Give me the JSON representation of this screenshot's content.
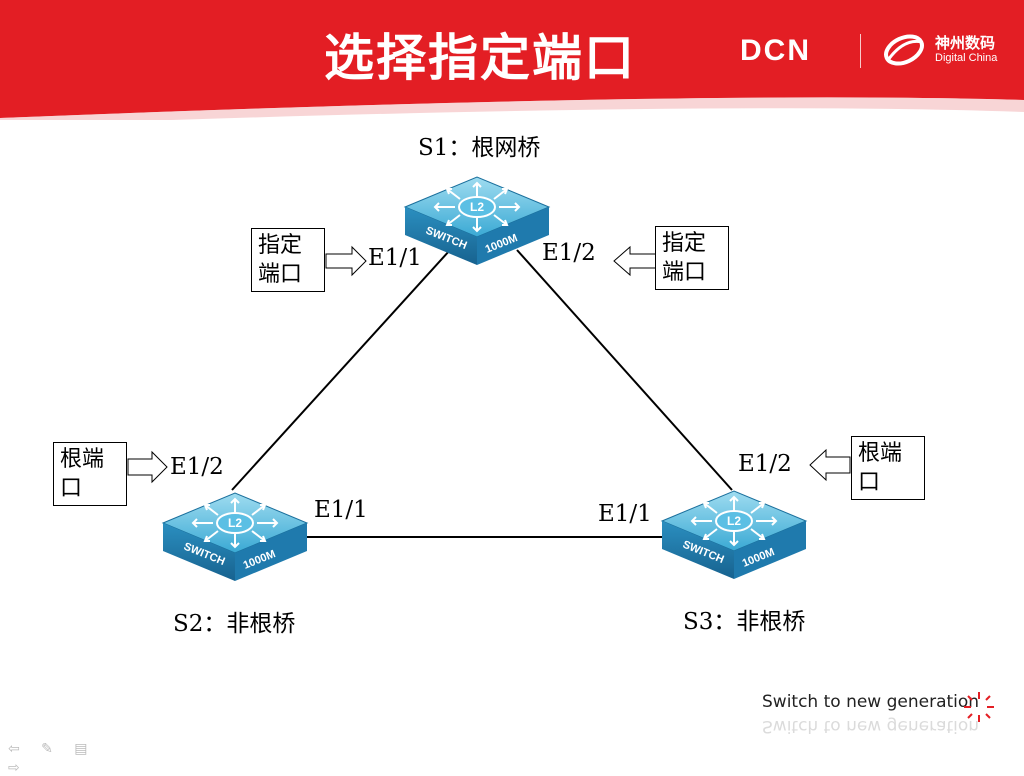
{
  "header": {
    "title": "选择指定端口",
    "brand_color": "#e31e24",
    "logo_dcn": "DCN",
    "logo_cn": "神州数码",
    "logo_en": "Digital China"
  },
  "switches": [
    {
      "id": "S1",
      "name": "S1：根网桥",
      "badge": "L2",
      "text1": "SWITCH",
      "text2": "1000M"
    },
    {
      "id": "S2",
      "name": "S2：非根桥",
      "badge": "L2",
      "text1": "SWITCH",
      "text2": "1000M"
    },
    {
      "id": "S3",
      "name": "S3：非根桥",
      "badge": "L2",
      "text1": "SWITCH",
      "text2": "1000M"
    }
  ],
  "ports": {
    "s1_e11": "E1/1",
    "s1_e12": "E1/2",
    "s2_e12": "E1/2",
    "s2_e11": "E1/1",
    "s3_e11": "E1/1",
    "s3_e12": "E1/2"
  },
  "callouts": {
    "s1_left": {
      "line1": "指定",
      "line2": "端口"
    },
    "s1_right": {
      "line1": "指定",
      "line2": "端口"
    },
    "s2_left": {
      "line1": "根端",
      "line2": "口"
    },
    "s3_right": {
      "line1": "根端",
      "line2": "口"
    }
  },
  "footer": {
    "slogan": "Switch to new generation"
  },
  "nav": [
    "prev-arrow-icon",
    "pen-icon",
    "menu-icon",
    "next-arrow-icon"
  ]
}
